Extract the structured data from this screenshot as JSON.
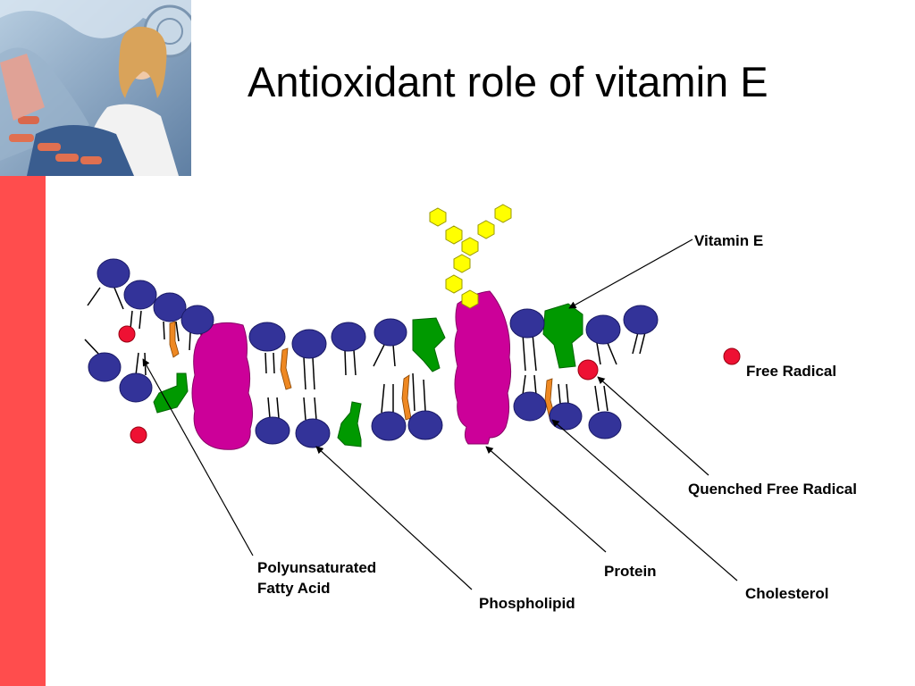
{
  "slide": {
    "title": "Antioxidant role of vitamin E",
    "photo": {
      "icon": "woman-reading-with-pills-photo-icon"
    },
    "accent_color": "#ff4d4d"
  },
  "diagram": {
    "labels": {
      "vitamin_e": "Vitamin E",
      "free_radical": "Free Radical",
      "quenched_free_radical": "Quenched Free Radical",
      "pufa_line1": "Polyunsaturated",
      "pufa_line2": "Fatty Acid",
      "phospholipid": "Phospholipid",
      "protein": "Protein",
      "cholesterol": "Cholesterol"
    },
    "colors": {
      "phospholipid_head": "#333399",
      "protein": "#cc0099",
      "vitamin_e_hexagon": "#ffff00",
      "green_protein": "#009900",
      "fatty_acid": "#ee8822",
      "free_radical": "#ee1133"
    }
  }
}
